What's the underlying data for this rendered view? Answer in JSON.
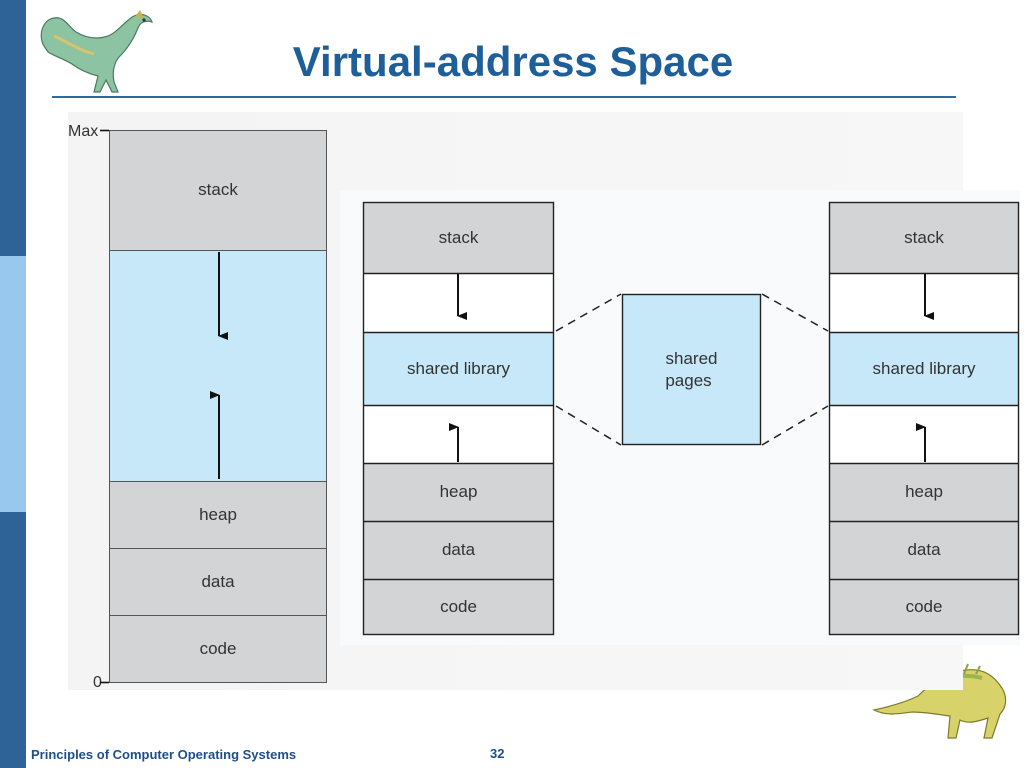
{
  "slide": {
    "title": "Virtual-address Space",
    "footer_text": "Principles of Computer Operating Systems",
    "page_number": "32"
  },
  "left_space": {
    "max_label": "Max",
    "zero_label": "0",
    "segments": [
      "stack",
      "heap",
      "data",
      "code"
    ]
  },
  "process_a": {
    "segments": [
      "stack",
      "shared library",
      "heap",
      "data",
      "code"
    ]
  },
  "process_b": {
    "segments": [
      "stack",
      "shared library",
      "heap",
      "data",
      "code"
    ]
  },
  "shared": {
    "line1": "shared",
    "line2": "pages"
  },
  "colors": {
    "segment_gray": "#d3d4d6",
    "free_blue": "#c6e8f8",
    "title_blue": "#1f5f99",
    "sidebar_dark": "#2e6398",
    "sidebar_light": "#98c8ee"
  }
}
